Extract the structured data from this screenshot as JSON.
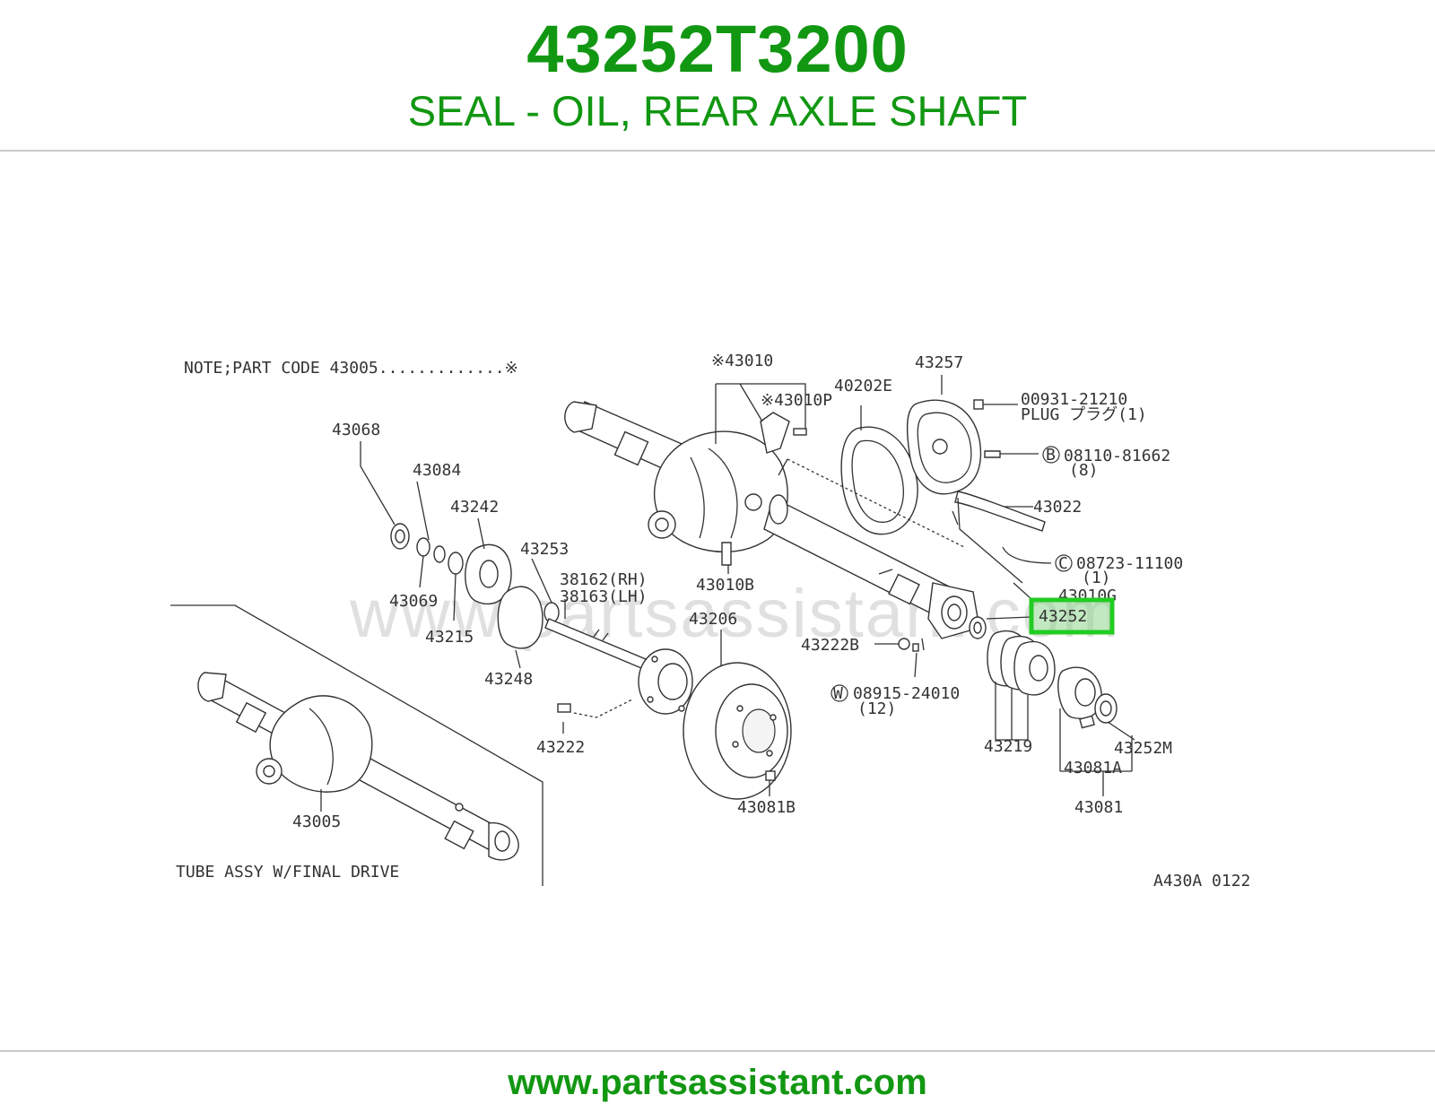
{
  "header": {
    "part_number": "43252T3200",
    "description": "SEAL - OIL, REAR AXLE SHAFT"
  },
  "footer": {
    "url": "www.partsassistant.com"
  },
  "colors": {
    "brand": "#129712",
    "highlight": "#22cc22",
    "rule": "#c9c9c9"
  },
  "diagram": {
    "watermark": "www.partsassistant.com",
    "note": "NOTE;PART CODE 43005.............※",
    "tube_caption": "TUBE ASSY W/FINAL DRIVE",
    "figure_code": "A430A 0122",
    "highlighted_part": "43252",
    "callouts": {
      "c43068": "43068",
      "c43084": "43084",
      "c43242": "43242",
      "c43069": "43069",
      "c43215": "43215",
      "c43253": "43253",
      "c38162": "38162(RH)",
      "c38163": "38163(LH)",
      "c43248": "43248",
      "c43206": "43206",
      "c43222": "43222",
      "c43081b": "43081B",
      "c43010": "※43010",
      "c43010p": "※43010P",
      "c43010b": "43010B",
      "c40202e": "40202E",
      "c43257": "43257",
      "c00931": "00931-21210",
      "c_plug": "PLUG プラグ(1)",
      "c08110": "08110-81662",
      "c08110_qty": "(8)",
      "c43022": "43022",
      "c08723": "08723-11100",
      "c08723_qty": "(1)",
      "c43010g": "43010G",
      "c43252": "43252",
      "c43222b": "43222B",
      "c08915": "08915-24010",
      "c08915_qty": "(12)",
      "c43219": "43219",
      "c43252m": "43252M",
      "c43081a": "43081A",
      "c43081": "43081",
      "c43005": "43005",
      "mark_b": "B",
      "mark_c": "C",
      "mark_w": "W"
    }
  }
}
